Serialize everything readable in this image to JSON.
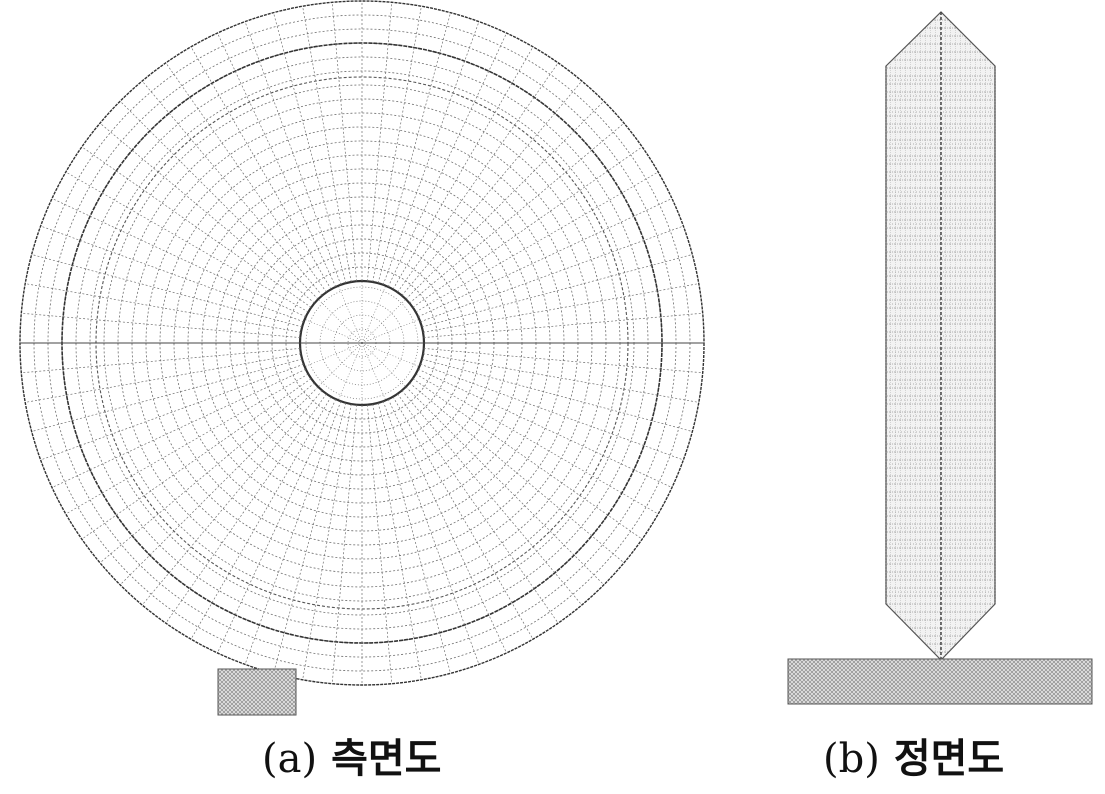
{
  "figure": {
    "panels": [
      {
        "id": "a",
        "label": "(a)",
        "title": "측면도"
      },
      {
        "id": "b",
        "label": "(b)",
        "title": "정면도"
      }
    ]
  },
  "colors": {
    "mesh_line": "#6f6f6f",
    "mesh_bold": "#333333",
    "base_fill": "#c9c9c9",
    "background": "#ffffff"
  }
}
